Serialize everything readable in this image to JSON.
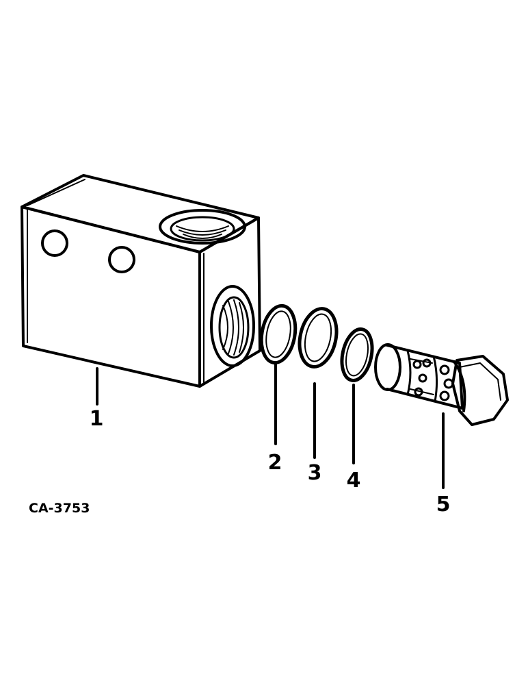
{
  "diagram_code": "CA-3753",
  "parts": [
    {
      "callout": "1",
      "item": "valve-body"
    },
    {
      "callout": "2",
      "item": "ring"
    },
    {
      "callout": "3",
      "item": "ring"
    },
    {
      "callout": "4",
      "item": "ring"
    },
    {
      "callout": "5",
      "item": "plug"
    }
  ]
}
